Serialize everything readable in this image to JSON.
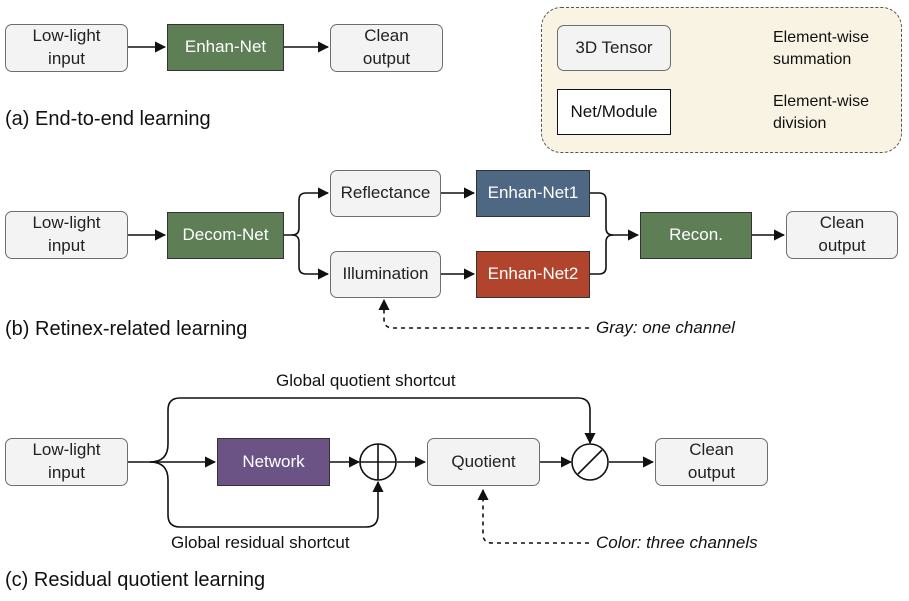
{
  "legend": {
    "tensor_label": "3D Tensor",
    "module_label": "Net/Module",
    "sum_label": "Element-wise\nsummation",
    "div_label": "Element-wise\ndivision"
  },
  "panel_a": {
    "input": "Low-light\ninput",
    "net": "Enhan-Net",
    "output": "Clean\noutput",
    "caption": "(a) End-to-end learning"
  },
  "panel_b": {
    "input": "Low-light\ninput",
    "decom": "Decom-Net",
    "reflectance": "Reflectance",
    "illumination": "Illumination",
    "enhan1": "Enhan-Net1",
    "enhan2": "Enhan-Net2",
    "recon": "Recon.",
    "output": "Clean\noutput",
    "note": "Gray:  one channel",
    "caption": "(b) Retinex-related learning"
  },
  "panel_c": {
    "input": "Low-light\ninput",
    "network": "Network",
    "quotient": "Quotient",
    "output": "Clean\noutput",
    "top_shortcut": "Global quotient shortcut",
    "bottom_shortcut": "Global residual shortcut",
    "note": "Color: three channels",
    "caption": "(c) Residual quotient learning"
  },
  "colors": {
    "tensor_fill": "#f3f3f3",
    "legend_fill": "#f8f3e3",
    "green": "#5e7e56",
    "blue": "#4e6782",
    "red": "#b0442c",
    "purple": "#6c5385"
  },
  "icons": [
    "plus-circle-icon",
    "slash-circle-icon",
    "arrow-icon"
  ]
}
